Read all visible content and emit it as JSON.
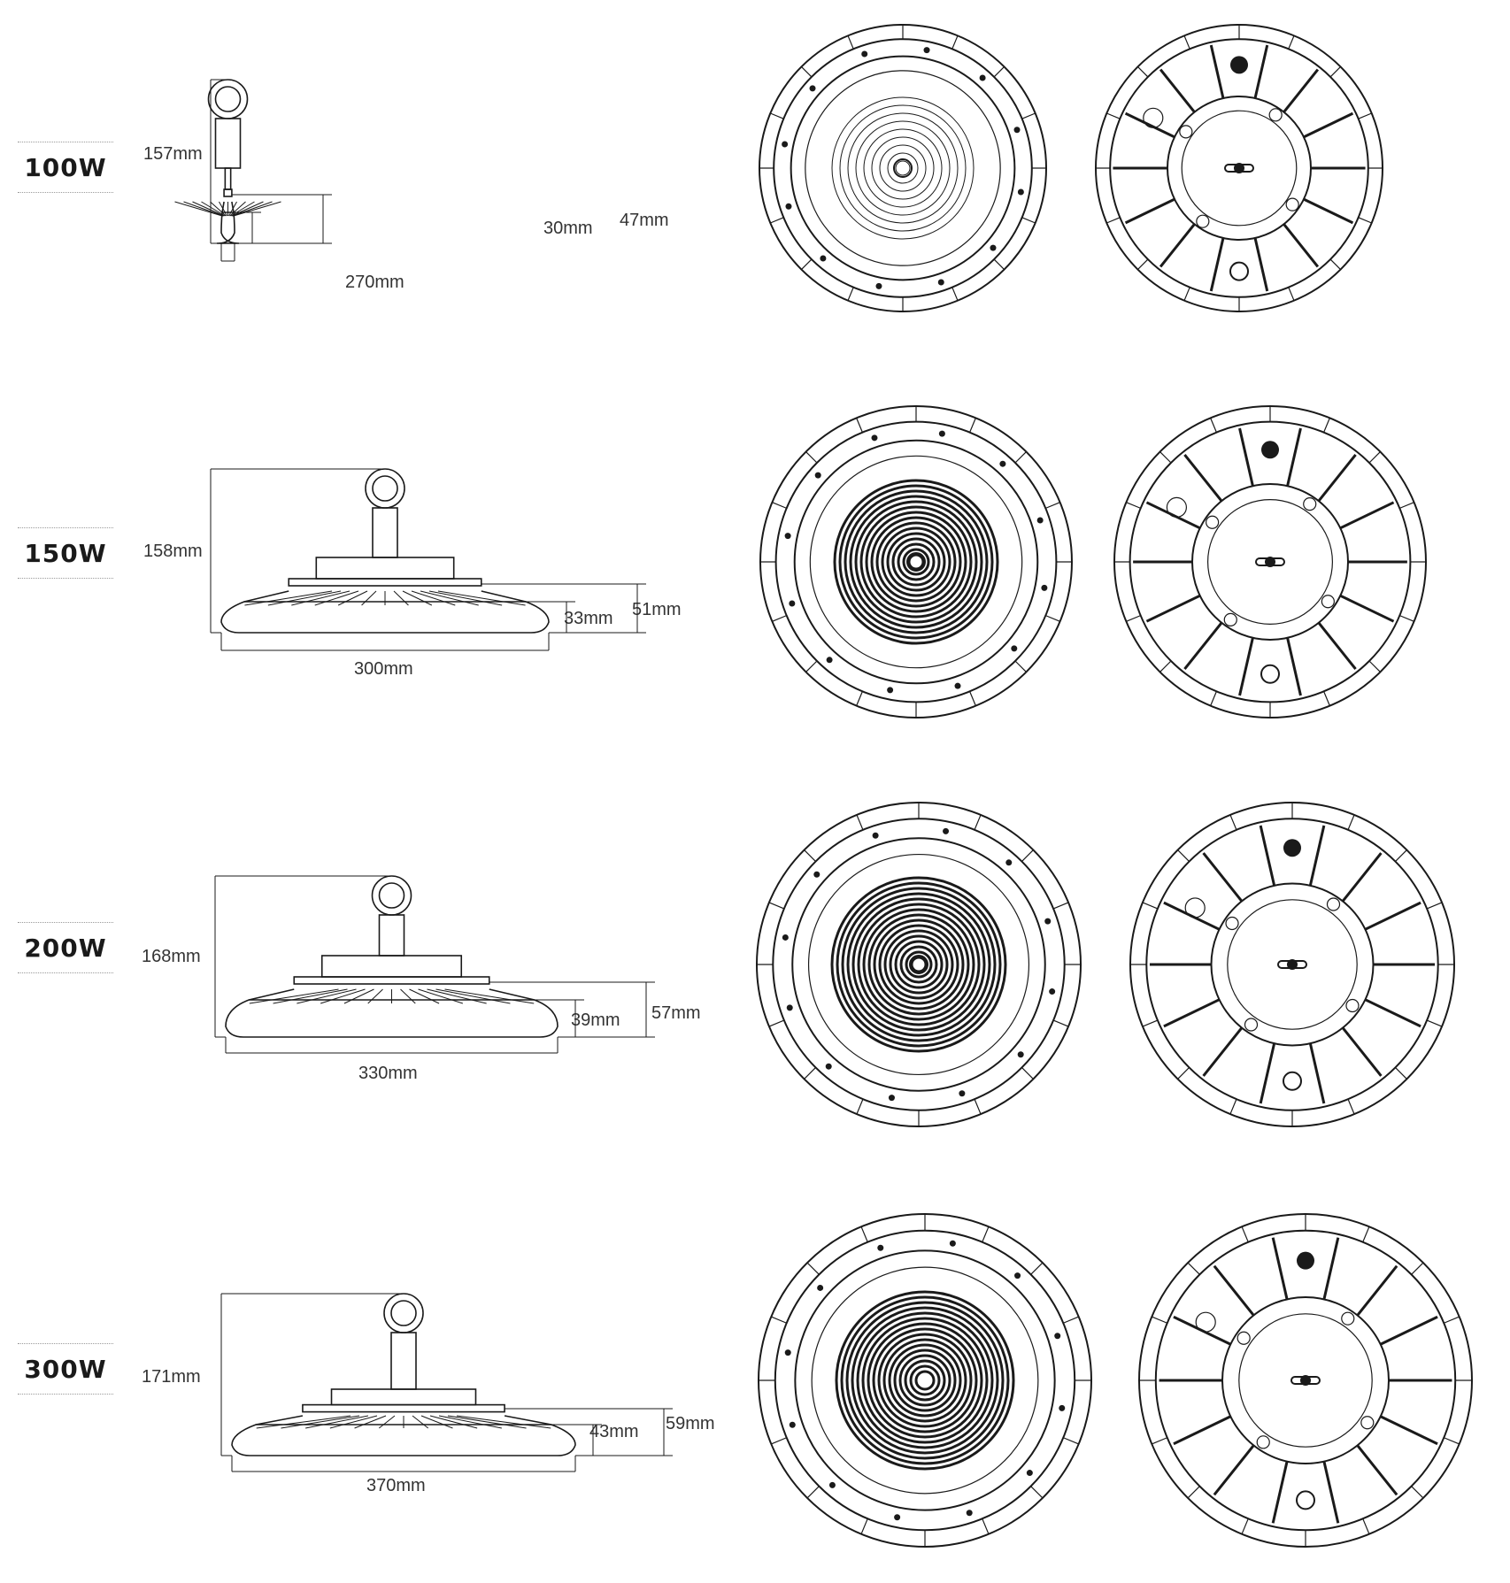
{
  "models": [
    {
      "power": "100W",
      "height": "157mm",
      "width": "270mm",
      "housing_height": "30mm",
      "body_height": "47mm"
    },
    {
      "power": "150W",
      "height": "158mm",
      "width": "300mm",
      "housing_height": "33mm",
      "body_height": "51mm"
    },
    {
      "power": "200W",
      "height": "168mm",
      "width": "330mm",
      "housing_height": "39mm",
      "body_height": "57mm"
    },
    {
      "power": "300W",
      "height": "171mm",
      "width": "370mm",
      "housing_height": "43mm",
      "body_height": "59mm"
    }
  ],
  "colors": {
    "line": "#1a1a1a",
    "dim_text": "#333333",
    "background": "#ffffff"
  },
  "views": [
    "front-view",
    "rear-view"
  ]
}
